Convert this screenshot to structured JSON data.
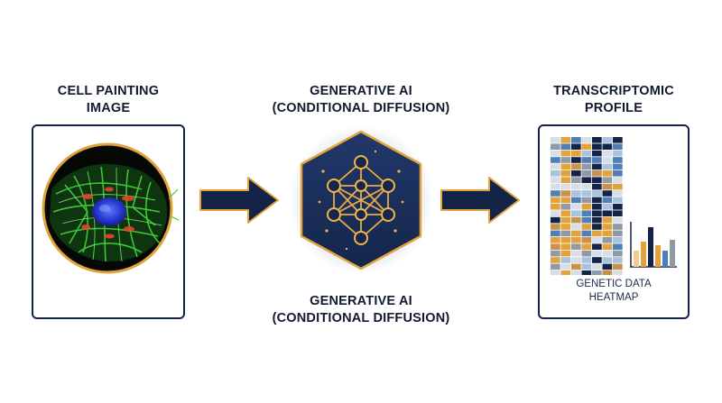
{
  "labels": {
    "left_title": "CELL PAINTING\nIMAGE",
    "middle_title_top": "GENERATIVE AI\n(CONDITIONAL DIFFUSION)",
    "middle_title_bottom": "GENERATIVE AI\n(CONDITIONAL DIFFUSION)",
    "right_title": "TRANSCRIPTOMIC\nPROFILE",
    "heatmap_caption": "GENETIC DATA\nHEATMAP"
  },
  "icons": {
    "left": "cell-microscopy-image",
    "middle": "neural-network-icon",
    "right": "heatmap-and-bar-chart-icon",
    "arrows": "right-arrow-icon"
  },
  "colors": {
    "navy": "#142448",
    "gold": "#e2a33c",
    "blue": "#4f7fb6",
    "gray": "#8f9aa6",
    "light": "#d8dee6"
  }
}
